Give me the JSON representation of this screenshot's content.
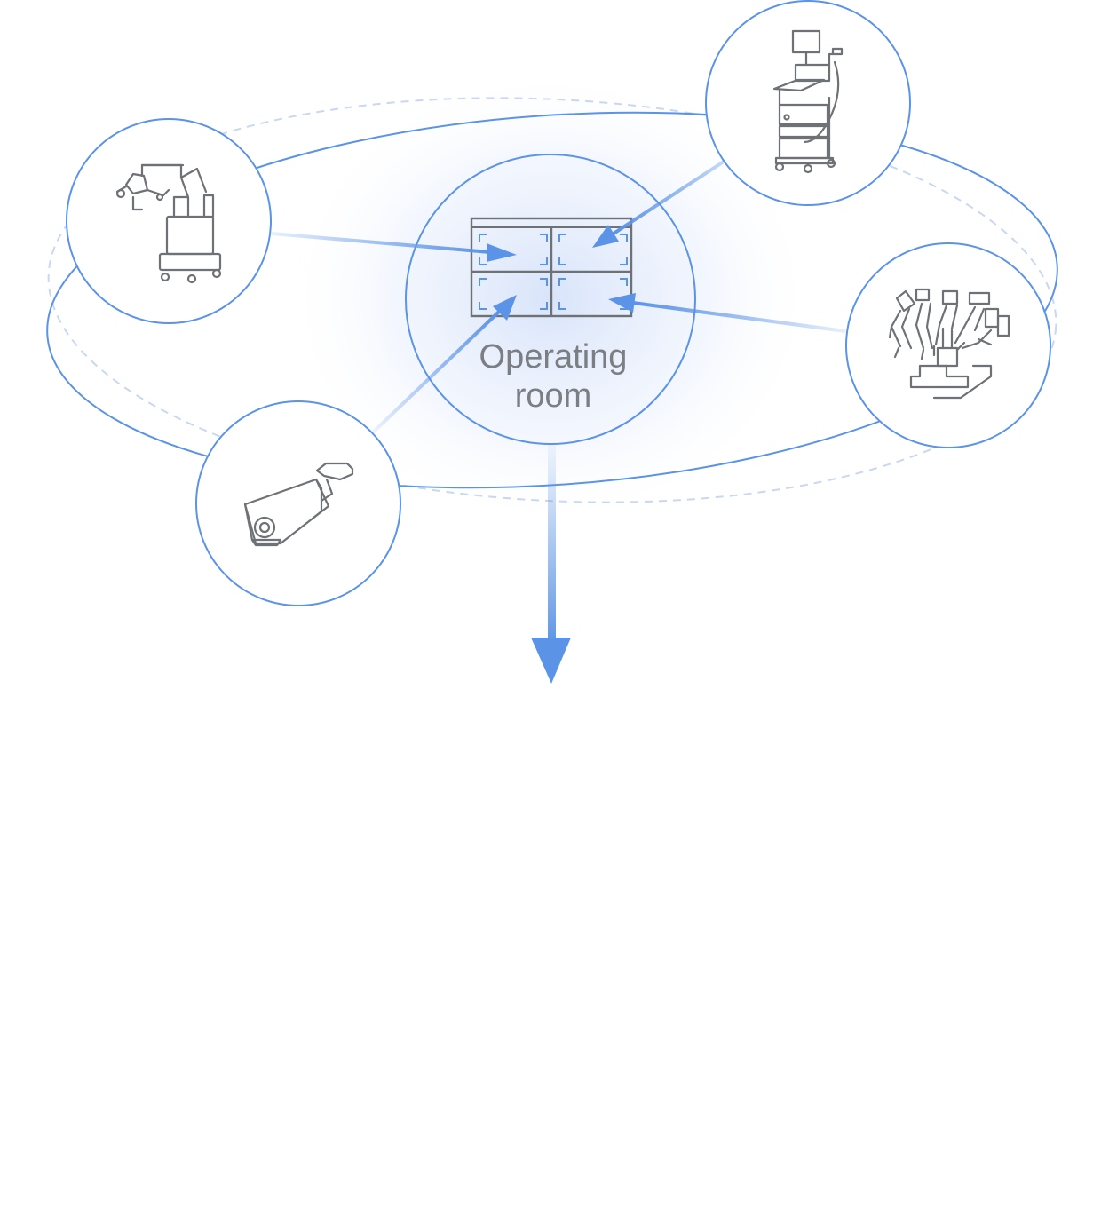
{
  "center": {
    "line1": "Operating",
    "line2": "room"
  },
  "nodes": [
    {
      "id": "surgical-microscope",
      "icon": "surgical-microscope-icon"
    },
    {
      "id": "endoscopy-tower",
      "icon": "endoscopy-tower-icon"
    },
    {
      "id": "surgical-robot",
      "icon": "surgical-robot-icon"
    },
    {
      "id": "security-camera",
      "icon": "security-camera-icon"
    }
  ],
  "colors": {
    "circle_stroke": "#5b93e6",
    "arrow": "#5b93e6",
    "device_stroke": "#6e7175",
    "label": "#7b7f84",
    "dashed_orbit": "#c9d8f0",
    "glow": "#dbe6fb"
  }
}
